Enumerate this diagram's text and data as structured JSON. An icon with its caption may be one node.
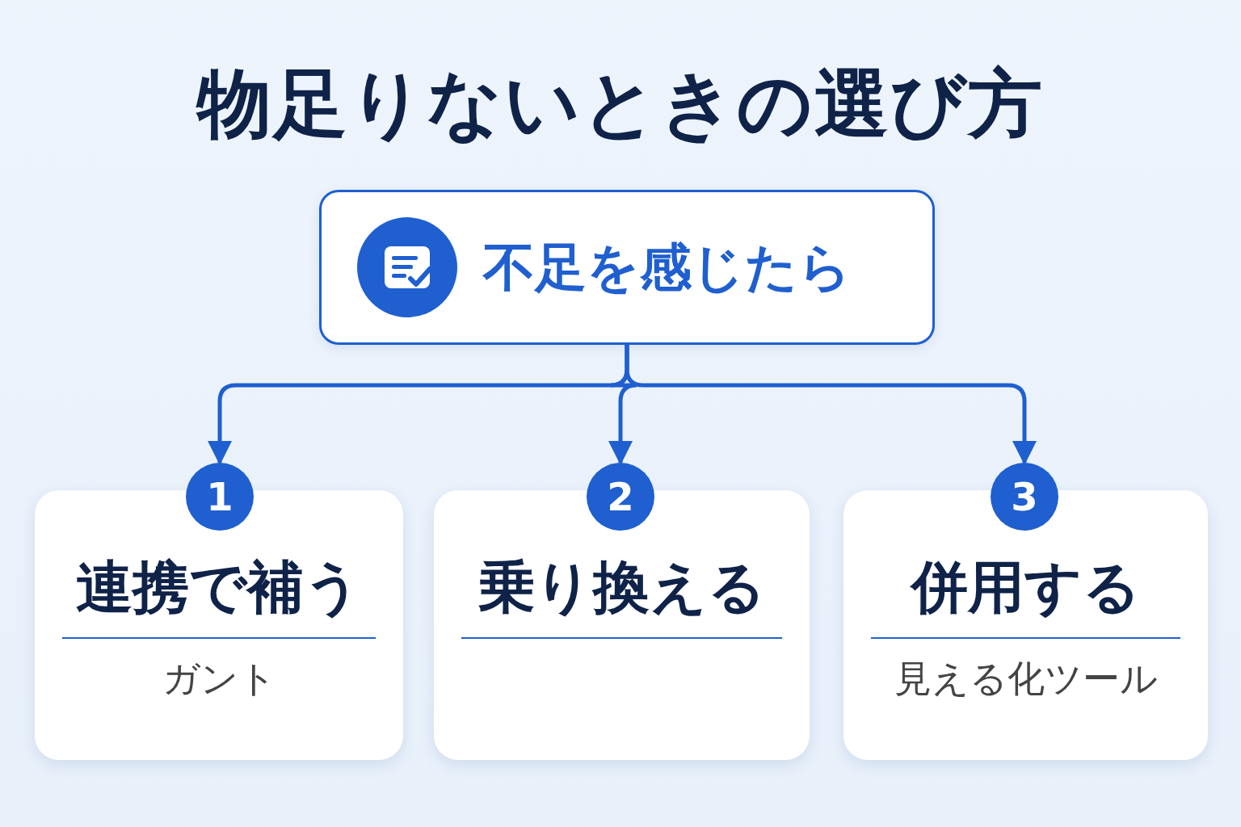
{
  "diagram": {
    "title": "物足りないときの選び方",
    "nodes": [
      {
        "text": [
          "不足を感じたら"
        ]
      },
      {
        "text": [
          "1"
        ]
      },
      {
        "text": [
          "連携で補う",
          "ガント"
        ]
      },
      {
        "text": [
          "2"
        ]
      },
      {
        "text": [
          "乗り換える"
        ]
      },
      {
        "text": [
          "3"
        ]
      },
      {
        "text": [
          "併用する",
          "見える化ツール"
        ]
      }
    ],
    "edges": [
      {
        "from": 0,
        "to": 1,
        "arrow": "to"
      },
      {
        "from": 0,
        "to": 3,
        "arrow": "to"
      },
      {
        "from": 0,
        "to": 5,
        "arrow": "to"
      }
    ]
  }
}
